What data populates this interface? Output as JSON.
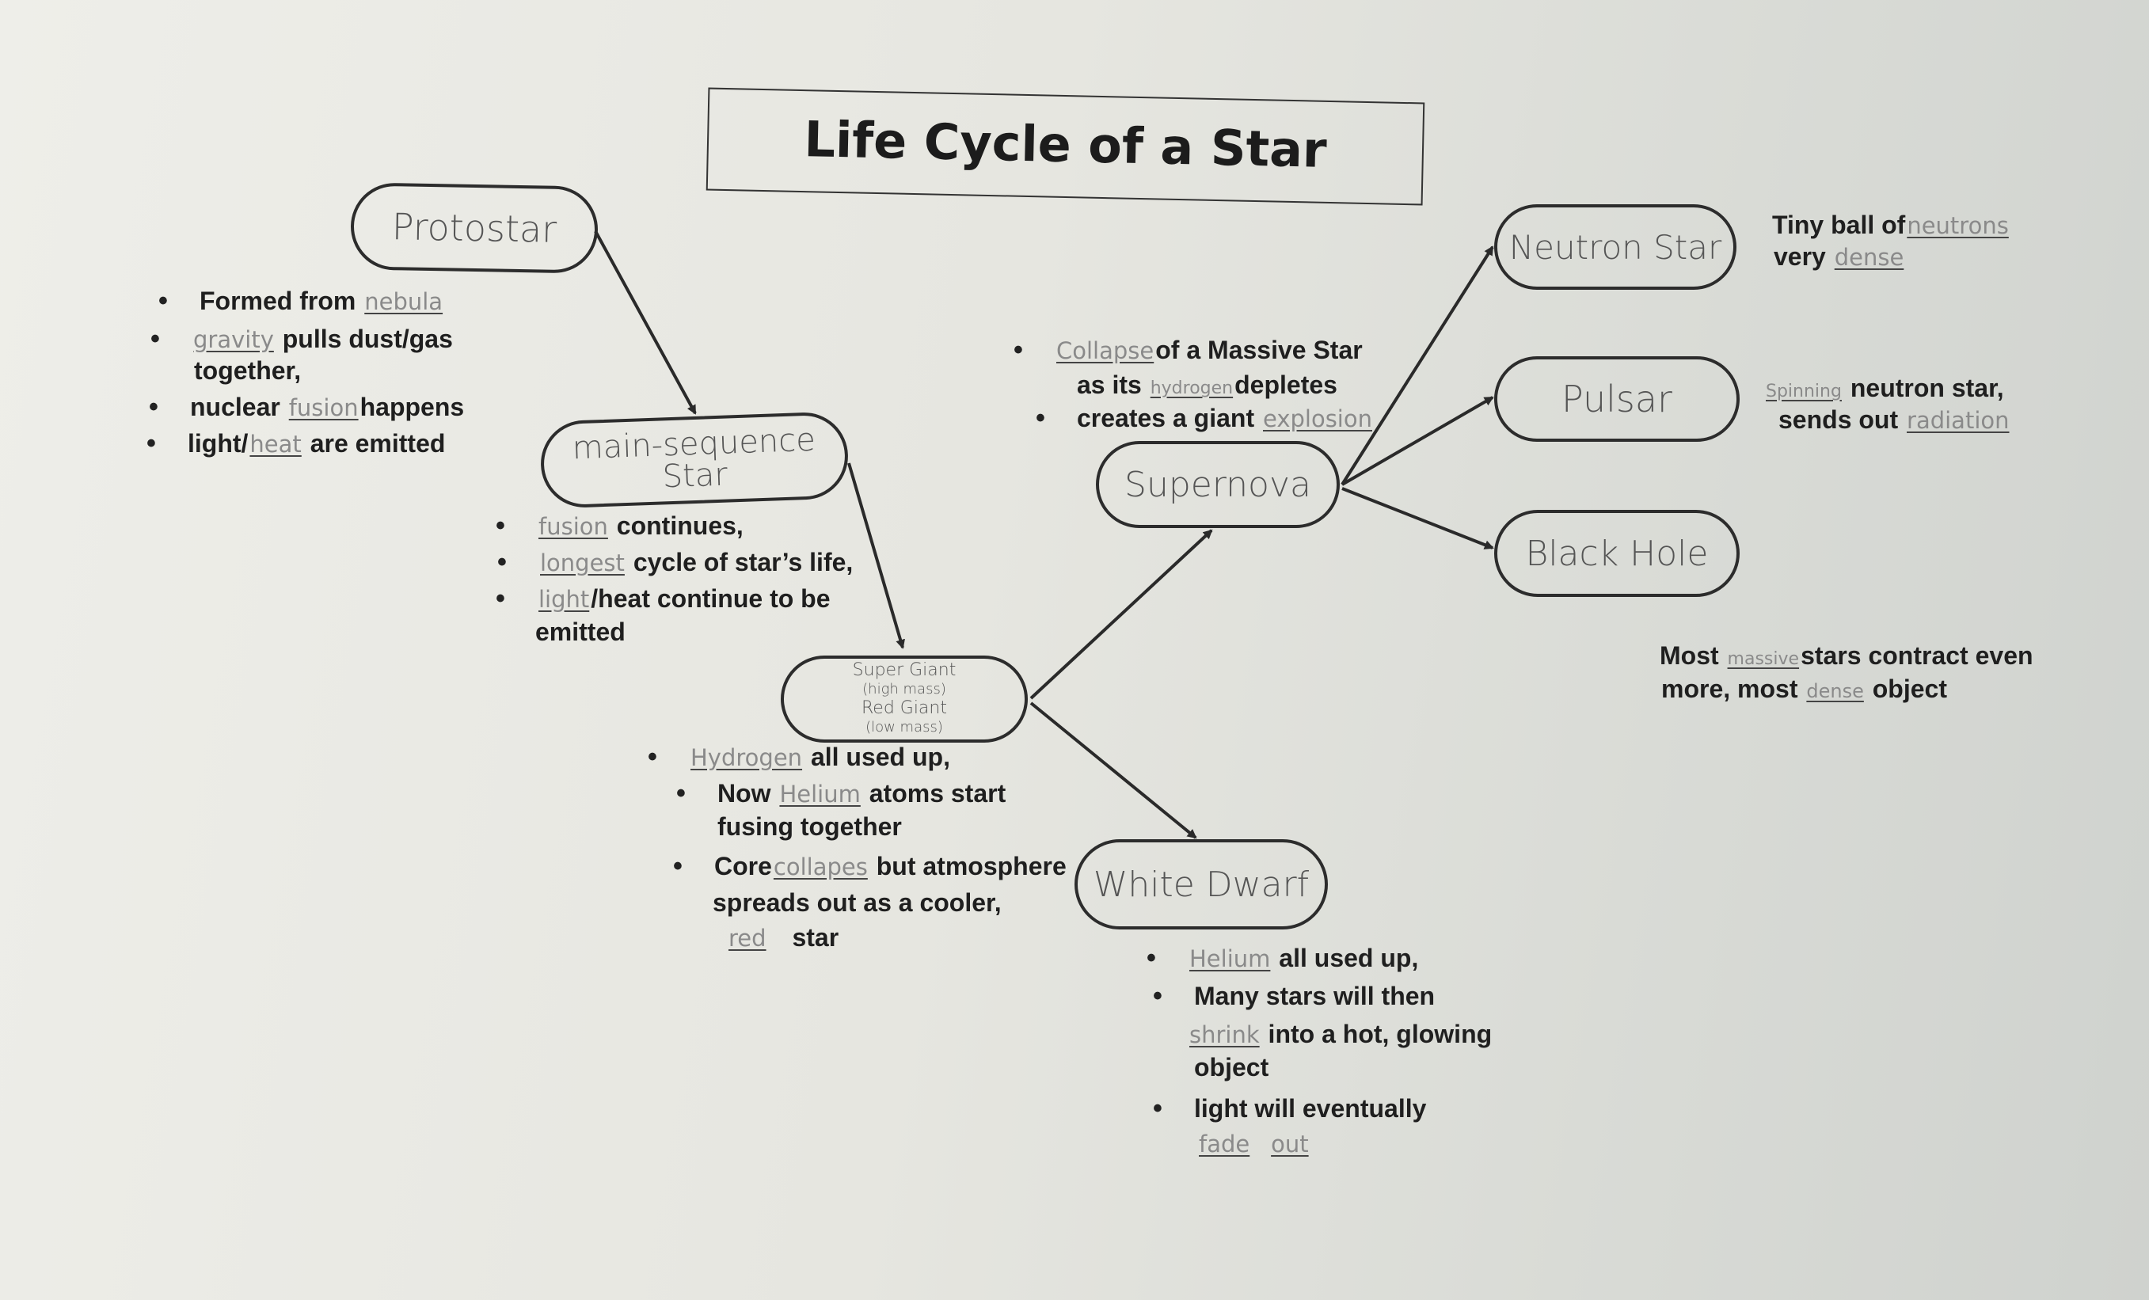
{
  "title": "Life Cycle of a Star",
  "nodes": {
    "protostar": "Protostar",
    "main_sequence": "main-sequence Star",
    "supergiant_line1": "Super Giant",
    "supergiant_line2": "(high mass)",
    "supergiant_line3": "Red Giant",
    "supergiant_line4": "(low mass)",
    "supernova": "Supernova",
    "neutron_star": "Neutron Star",
    "pulsar": "Pulsar",
    "black_hole": "Black Hole",
    "white_dwarf": "White Dwarf"
  },
  "protostar_notes": {
    "b1_pre": "Formed from ",
    "b1_fill": "nebula",
    "b2_fill": "gravity",
    "b2_post": " pulls dust/gas",
    "b2_line2": "together,",
    "b3_pre": "nuclear ",
    "b3_fill": "fusion",
    "b3_post": "happens",
    "b4_pre": "light/",
    "b4_fill": "heat",
    "b4_post": " are emitted"
  },
  "main_sequence_notes": {
    "b1_fill": "fusion",
    "b1_post": " continues,",
    "b2_fill": "longest",
    "b2_post": " cycle of star’s life,",
    "b3_fill": "light",
    "b3_post": "/heat continue to be",
    "b3_line2": "emitted"
  },
  "supernova_notes": {
    "b1_fill": "Collapse",
    "b1_post": "of a Massive Star",
    "b1_line2_pre": "as its ",
    "b1_line2_fill": "hydrogen",
    "b1_line2_post": "depletes",
    "b2_pre": "creates a giant ",
    "b2_fill": "explosion"
  },
  "neutron_notes": {
    "l1_pre": "Tiny ball of",
    "l1_fill": "neutrons",
    "l2_pre": "very ",
    "l2_fill": "dense"
  },
  "pulsar_notes": {
    "l1_fill": "Spinning",
    "l1_post": " neutron star,",
    "l2_pre": "sends out ",
    "l2_fill": "radiation"
  },
  "black_hole_notes": {
    "l1_pre": "Most ",
    "l1_fill": "massive",
    "l1_post": "stars contract even",
    "l2_pre": "more, most ",
    "l2_fill": "dense",
    "l2_post": " object"
  },
  "supergiant_notes": {
    "b1_fill": "Hydrogen",
    "b1_post": " all used up,",
    "b2_pre": "Now ",
    "b2_fill": "Helium",
    "b2_post": " atoms start",
    "b2_line2": "fusing together",
    "b3_pre": "Core",
    "b3_fill": "collapes",
    "b3_post": " but atmosphere",
    "b3_line2": "spreads out as a cooler,",
    "b3_line3_fill": "red",
    "b3_line3_post": " star"
  },
  "white_dwarf_notes": {
    "b1_fill": "Helium",
    "b1_post": " all used up,",
    "b2_pre": "Many stars will then",
    "b2_line2_fill": "shrink",
    "b2_line2_post": " into a hot, glowing",
    "b2_line3": "object",
    "b3_pre": "light will eventually",
    "b3_line2_fill1": "fade",
    "b3_line2_fill2": "out"
  }
}
